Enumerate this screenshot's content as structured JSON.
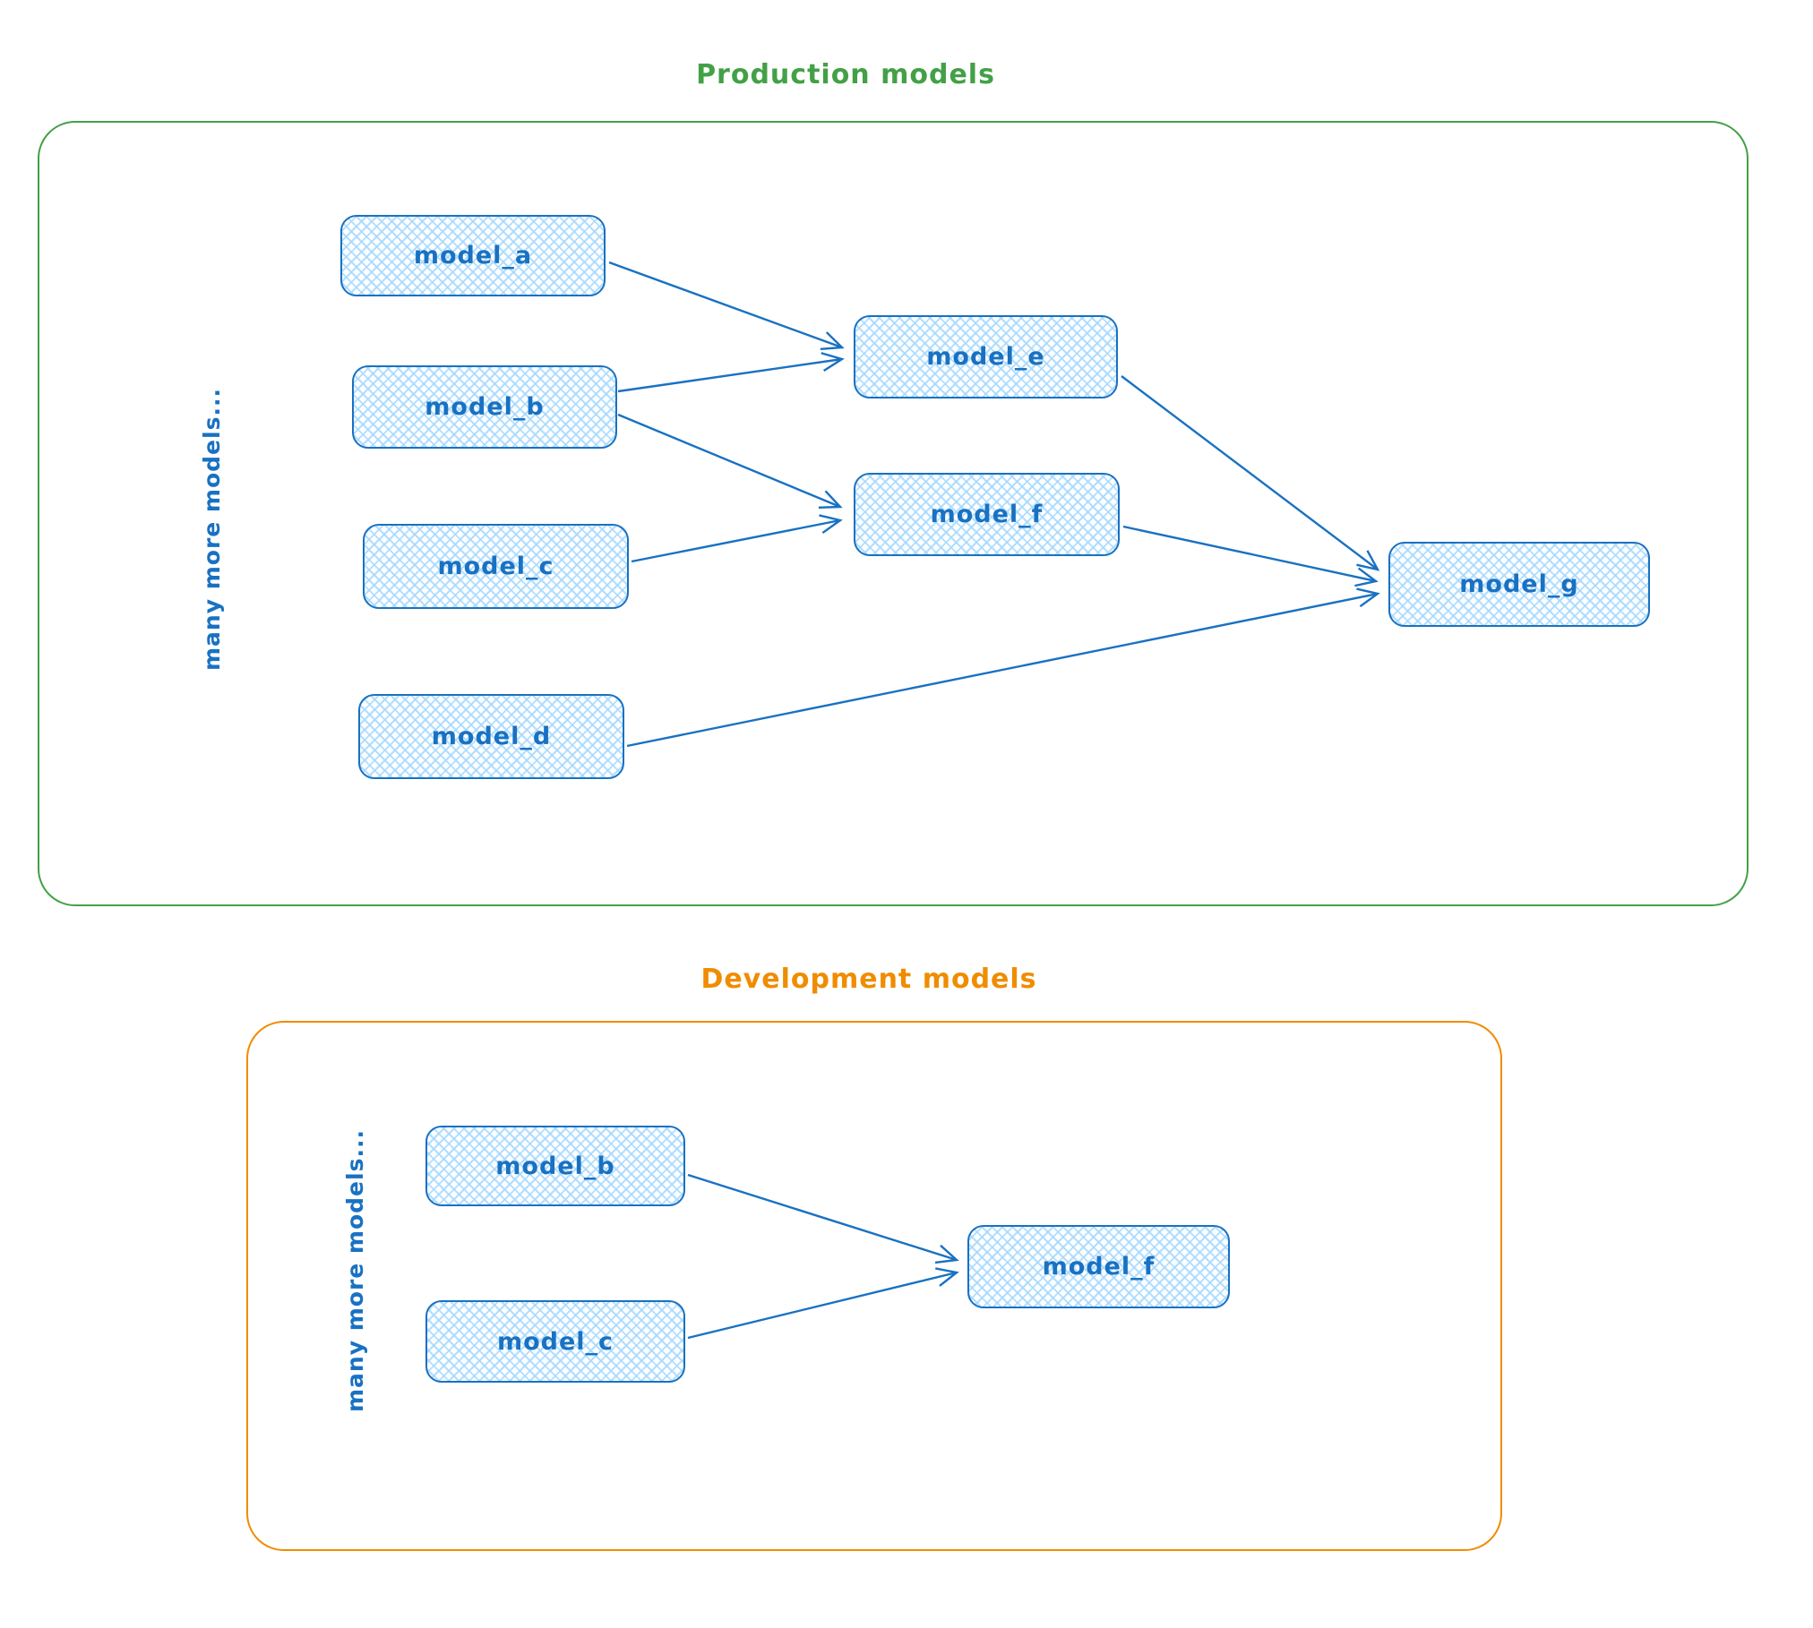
{
  "production": {
    "title": "Production models",
    "side_label": "many more models...",
    "accent_color": "#43a047",
    "node_stroke_color": "#1971c2",
    "node_fill_color": "#a5d8ff",
    "nodes": [
      {
        "id": "model_a",
        "label": "model_a"
      },
      {
        "id": "model_b",
        "label": "model_b"
      },
      {
        "id": "model_c",
        "label": "model_c"
      },
      {
        "id": "model_d",
        "label": "model_d"
      },
      {
        "id": "model_e",
        "label": "model_e"
      },
      {
        "id": "model_f",
        "label": "model_f"
      },
      {
        "id": "model_g",
        "label": "model_g"
      }
    ],
    "edges": [
      {
        "from": "model_a",
        "to": "model_e"
      },
      {
        "from": "model_b",
        "to": "model_e"
      },
      {
        "from": "model_b",
        "to": "model_f"
      },
      {
        "from": "model_c",
        "to": "model_f"
      },
      {
        "from": "model_e",
        "to": "model_g"
      },
      {
        "from": "model_f",
        "to": "model_g"
      },
      {
        "from": "model_d",
        "to": "model_g"
      }
    ]
  },
  "development": {
    "title": "Development models",
    "side_label": "many more models...",
    "accent_color": "#f08c00",
    "node_stroke_color": "#1971c2",
    "node_fill_color": "#a5d8ff",
    "nodes": [
      {
        "id": "model_b",
        "label": "model_b"
      },
      {
        "id": "model_c",
        "label": "model_c"
      },
      {
        "id": "model_f",
        "label": "model_f"
      }
    ],
    "edges": [
      {
        "from": "model_b",
        "to": "model_f"
      },
      {
        "from": "model_c",
        "to": "model_f"
      }
    ]
  }
}
